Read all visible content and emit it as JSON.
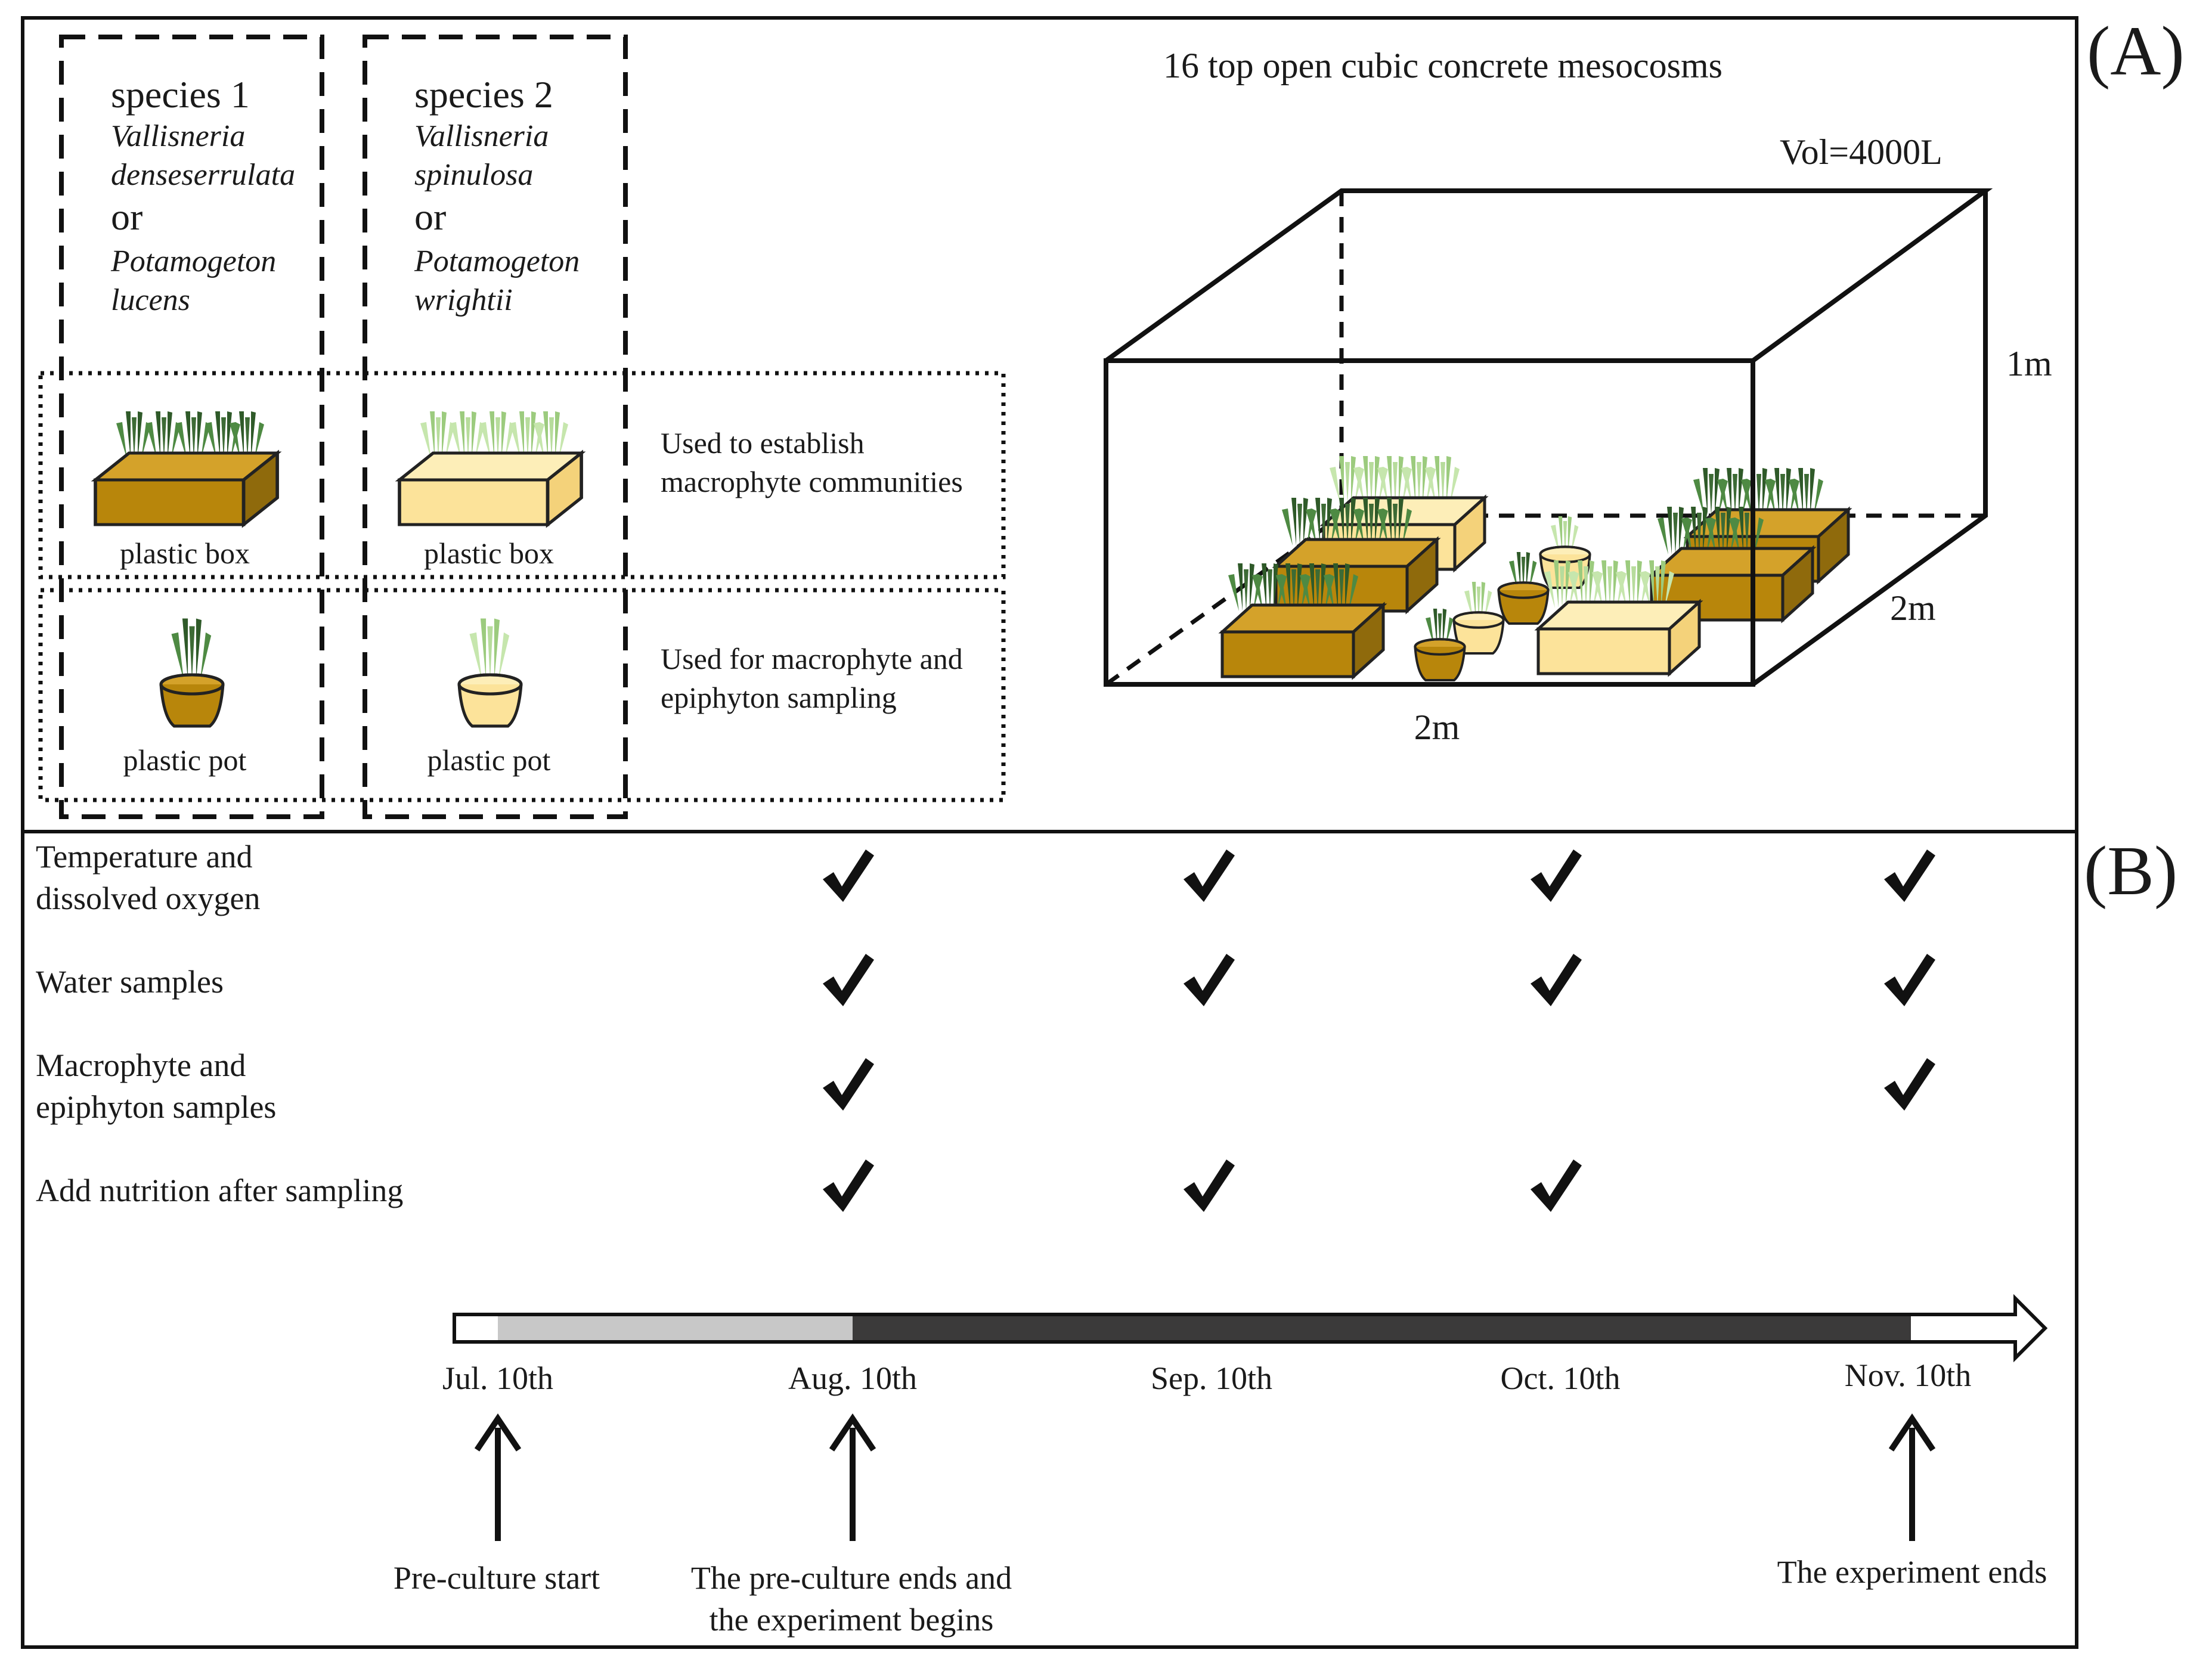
{
  "panel_a": {
    "label": "(A)",
    "species1": {
      "title": "species 1",
      "name_a_line1": "Vallisneria",
      "name_a_line2": "denseserrulata",
      "or": "or",
      "name_b_line1": "Potamogeton",
      "name_b_line2": "lucens"
    },
    "species2": {
      "title": "species 2",
      "name_a_line1": "Vallisneria",
      "name_a_line2": "spinulosa",
      "or": "or",
      "name_b_line1": "Potamogeton",
      "name_b_line2": "wrightii"
    },
    "box_label": "plastic box",
    "pot_label": "plastic pot",
    "box_note_line1": "Used to establish",
    "box_note_line2": "macrophyte communities",
    "pot_note_line1": "Used for macrophyte and",
    "pot_note_line2": "epiphyton sampling",
    "mesocosm_title": "16 top open cubic concrete mesocosms",
    "volume": "Vol=4000L",
    "height": "1m",
    "depth": "2m",
    "width": "2m",
    "colors": {
      "box_dark": "#b8860b",
      "box_light": "#fce39a",
      "plant_dark": "#3d6b35",
      "plant_light": "#a9d18e"
    }
  },
  "panel_b": {
    "label": "(B)",
    "rows": [
      {
        "label_line1": "Temperature and",
        "label_line2": "dissolved oxygen",
        "checks": [
          true,
          true,
          true,
          true
        ]
      },
      {
        "label_line1": "Water samples",
        "label_line2": "",
        "checks": [
          true,
          true,
          true,
          true
        ]
      },
      {
        "label_line1": "Macrophyte and",
        "label_line2": "epiphyton samples",
        "checks": [
          true,
          false,
          false,
          true
        ]
      },
      {
        "label_line1": "Add nutrition after sampling",
        "label_line2": "",
        "checks": [
          true,
          true,
          true,
          false
        ]
      }
    ],
    "check_mark": "✔",
    "dates": [
      "Jul. 10th",
      "Aug. 10th",
      "Sep. 10th",
      "Oct. 10th",
      "Nov. 10th"
    ],
    "events": {
      "jul_line1": "Pre-culture start",
      "aug_line1": "The pre-culture ends and",
      "aug_line2": "the experiment begins",
      "nov_line1": "The experiment ends"
    },
    "colors": {
      "preculture": "#c8c8c8",
      "experiment": "#3b3a3a"
    }
  }
}
